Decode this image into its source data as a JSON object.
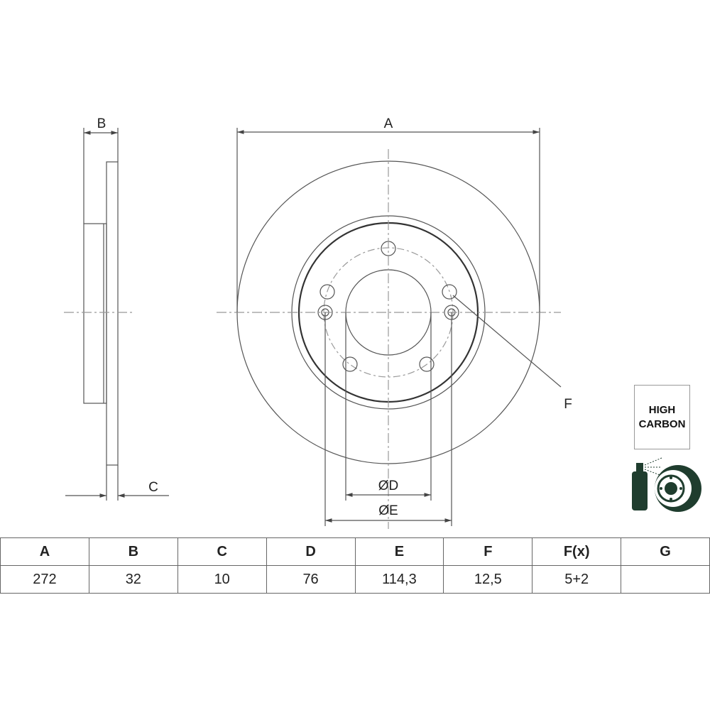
{
  "labels": {
    "A": "A",
    "B": "B",
    "C": "C",
    "D": "ØD",
    "E": "ØE",
    "F": "F"
  },
  "badge": {
    "line1": "HIGH",
    "line2": "CARBON"
  },
  "icons": [
    "spray-can-disc-icon"
  ],
  "table": {
    "headers": [
      "A",
      "B",
      "C",
      "D",
      "E",
      "F",
      "F(x)",
      "G"
    ],
    "values": [
      "272",
      "32",
      "10",
      "76",
      "114,3",
      "12,5",
      "5+2",
      ""
    ]
  },
  "colors": {
    "line": "#555555",
    "icon": "#1f3d2e"
  }
}
